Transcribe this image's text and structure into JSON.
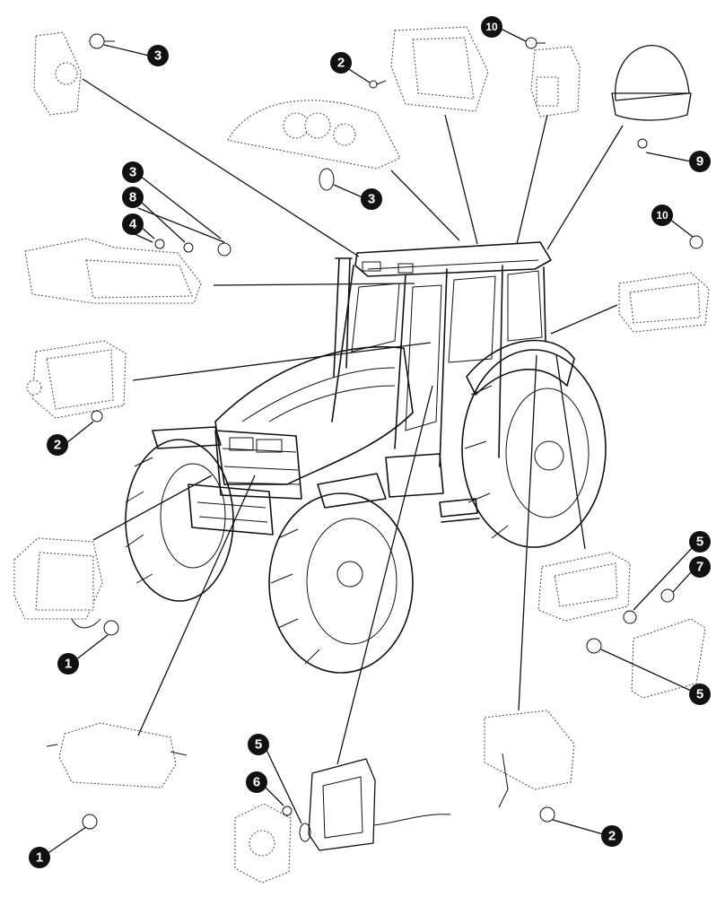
{
  "callouts": [
    {
      "id": "c-top-left-3",
      "number": "3"
    },
    {
      "id": "c-top-2",
      "number": "2"
    },
    {
      "id": "c-top-10",
      "number": "10"
    },
    {
      "id": "c-beacon-9",
      "number": "9"
    },
    {
      "id": "c-mid-3",
      "number": "3"
    },
    {
      "id": "c-left-3",
      "number": "3"
    },
    {
      "id": "c-left-8",
      "number": "8"
    },
    {
      "id": "c-left-4",
      "number": "4"
    },
    {
      "id": "c-right-10",
      "number": "10"
    },
    {
      "id": "c-left-2",
      "number": "2"
    },
    {
      "id": "c-right-5a",
      "number": "5"
    },
    {
      "id": "c-right-7",
      "number": "7"
    },
    {
      "id": "c-right-5b",
      "number": "5"
    },
    {
      "id": "c-left-1a",
      "number": "1"
    },
    {
      "id": "c-bottom-5",
      "number": "5"
    },
    {
      "id": "c-bottom-6",
      "number": "6"
    },
    {
      "id": "c-bottom-2",
      "number": "2"
    },
    {
      "id": "c-left-1b",
      "number": "1"
    }
  ],
  "colors": {
    "line": "#111111",
    "dotted": "#555555",
    "disc": "#111111"
  }
}
